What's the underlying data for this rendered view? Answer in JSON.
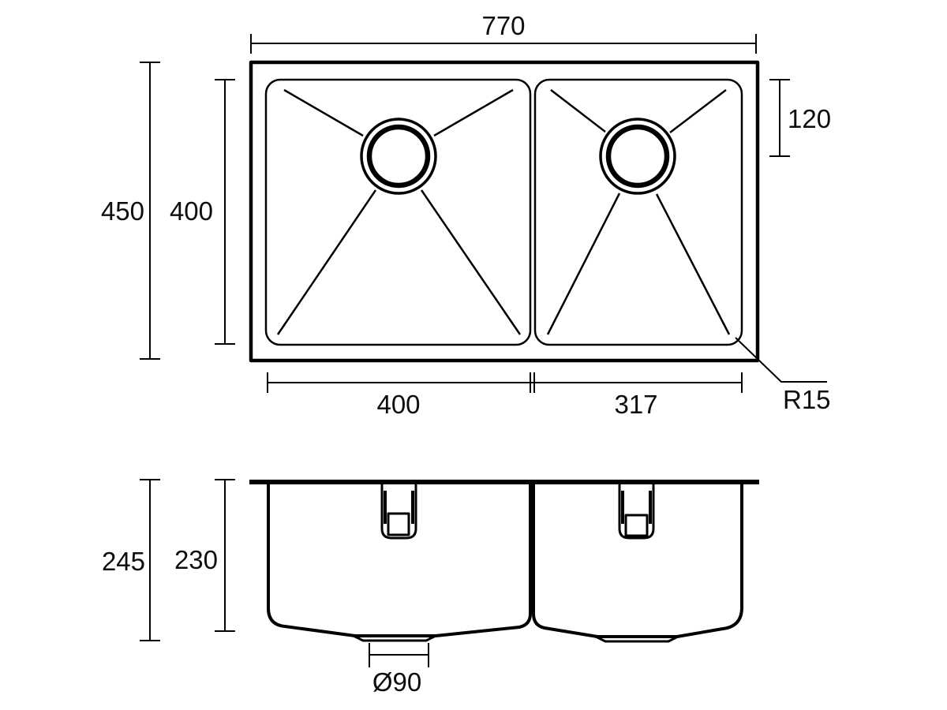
{
  "colors": {
    "line": "#000000",
    "background": "#ffffff"
  },
  "top_view": {
    "overall_width": "770",
    "overall_depth": "450",
    "bowl_depth": "400",
    "drain_offset": "120",
    "left_bowl_width": "400",
    "right_bowl_width": "317",
    "corner_radius": "R15"
  },
  "front_view": {
    "overall_height": "245",
    "bowl_height": "230",
    "waste_diameter": "Ø90"
  }
}
